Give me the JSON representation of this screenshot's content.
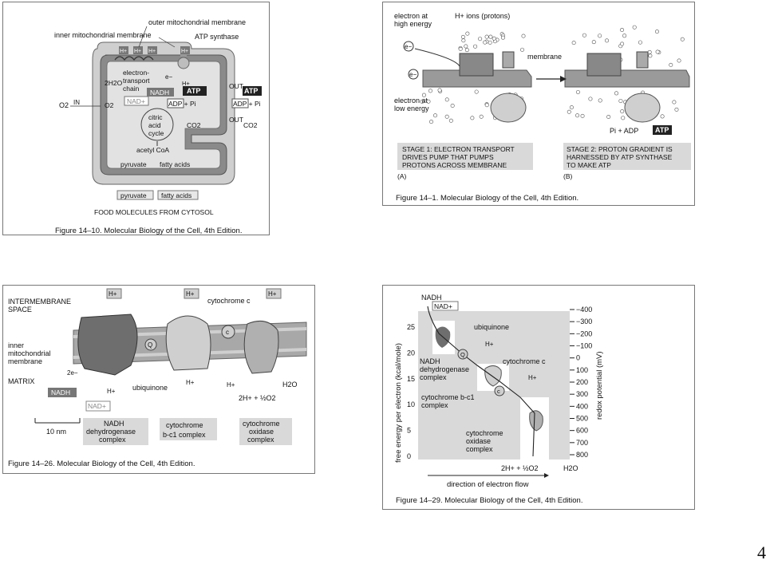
{
  "page_number": "4",
  "colors": {
    "membrane": "#9a9a9a",
    "matrix": "#d8d8d8",
    "complex": "#6e6e6e",
    "light_complex": "#bdbdbd"
  },
  "fig10": {
    "caption": "Figure 14–10. Molecular Biology of the Cell, 4th Edition.",
    "inner_membrane": "inner mitochondrial membrane",
    "outer_membrane": "outer mitochondrial membrane",
    "atp_synthase": "ATP synthase",
    "h_plus": "H+",
    "electron_transport_chain": [
      "electron-",
      "transport",
      "chain"
    ],
    "e_minus": "e−",
    "h2o": "2H2O",
    "nadh": "NADH",
    "nad_plus": "NAD+",
    "atp": "ATP",
    "adp_pi": "ADP + Pi",
    "out": "OUT",
    "in": "IN",
    "o2": "O2",
    "cycle": [
      "citric",
      "acid",
      "cycle"
    ],
    "co2": "CO2",
    "acetyl_coa": "acetyl CoA",
    "pyruvate": "pyruvate",
    "fatty_acids": "fatty acids",
    "food_molecules": "FOOD MOLECULES FROM CYTOSOL"
  },
  "fig1": {
    "caption": "Figure 14–1. Molecular Biology of the Cell, 4th Edition.",
    "electron_high": [
      "electron at",
      "high energy"
    ],
    "h_ions": "H+ ions (protons)",
    "membrane": "membrane",
    "e_minus": "e−",
    "electron_low": [
      "electron at",
      "low energy"
    ],
    "pi_adp": "Pi + ADP",
    "atp": "ATP",
    "stage1": [
      "STAGE 1: ELECTRON TRANSPORT",
      "DRIVES PUMP THAT PUMPS",
      "PROTONS ACROSS MEMBRANE"
    ],
    "stage2": [
      "STAGE 2: PROTON GRADIENT IS",
      "HARNESSED BY ATP SYNTHASE",
      "TO MAKE ATP"
    ],
    "label_a": "(A)",
    "label_b": "(B)"
  },
  "fig26": {
    "caption": "Figure 14–26. Molecular Biology of the Cell, 4th Edition.",
    "intermembrane": [
      "INTERMEMBRANE",
      "SPACE"
    ],
    "inner_membrane": [
      "inner",
      "mitochondrial",
      "membrane"
    ],
    "matrix": "MATRIX",
    "h_plus": "H+",
    "cytochrome_c": "cytochrome c",
    "c": "c",
    "q": "Q",
    "e2": "2e−",
    "nadh": "NADH",
    "nad_plus": "NAD+",
    "ubiquinone": "ubiquinone",
    "h2o": "H2O",
    "reaction": "2H+ + ½O2",
    "scale": "10 nm",
    "complex1": [
      "NADH",
      "dehydrogenase",
      "complex"
    ],
    "complex2": [
      "cytochrome",
      "b-c1 complex"
    ],
    "complex3": [
      "cytochrome",
      "oxidase",
      "complex"
    ]
  },
  "fig29": {
    "caption": "Figure 14–29. Molecular Biology of the Cell, 4th Edition.",
    "nadh": "NADH",
    "nad_plus": "NAD+",
    "ubiquinone": "ubiquinone",
    "q": "Q",
    "h_plus": "H+",
    "c": "c",
    "cytochrome_c": "cytochrome c",
    "complex1": [
      "NADH",
      "dehydrogenase",
      "complex"
    ],
    "complex2": [
      "cytochrome b-c1",
      "complex"
    ],
    "complex3": [
      "cytochrome",
      "oxidase",
      "complex"
    ],
    "reaction": "2H+ + ½O2",
    "h2o": "H2O",
    "ylabel_left": "free energy per electron (kcal/mole)",
    "ylabel_right": "redox potential (mV)",
    "xlabel": "direction of electron flow",
    "left_ticks": [
      "25",
      "20",
      "15",
      "10",
      "5",
      "0"
    ],
    "right_ticks": [
      "−400",
      "−300",
      "−200",
      "−100",
      "0",
      "100",
      "200",
      "300",
      "400",
      "500",
      "600",
      "700",
      "800"
    ]
  }
}
